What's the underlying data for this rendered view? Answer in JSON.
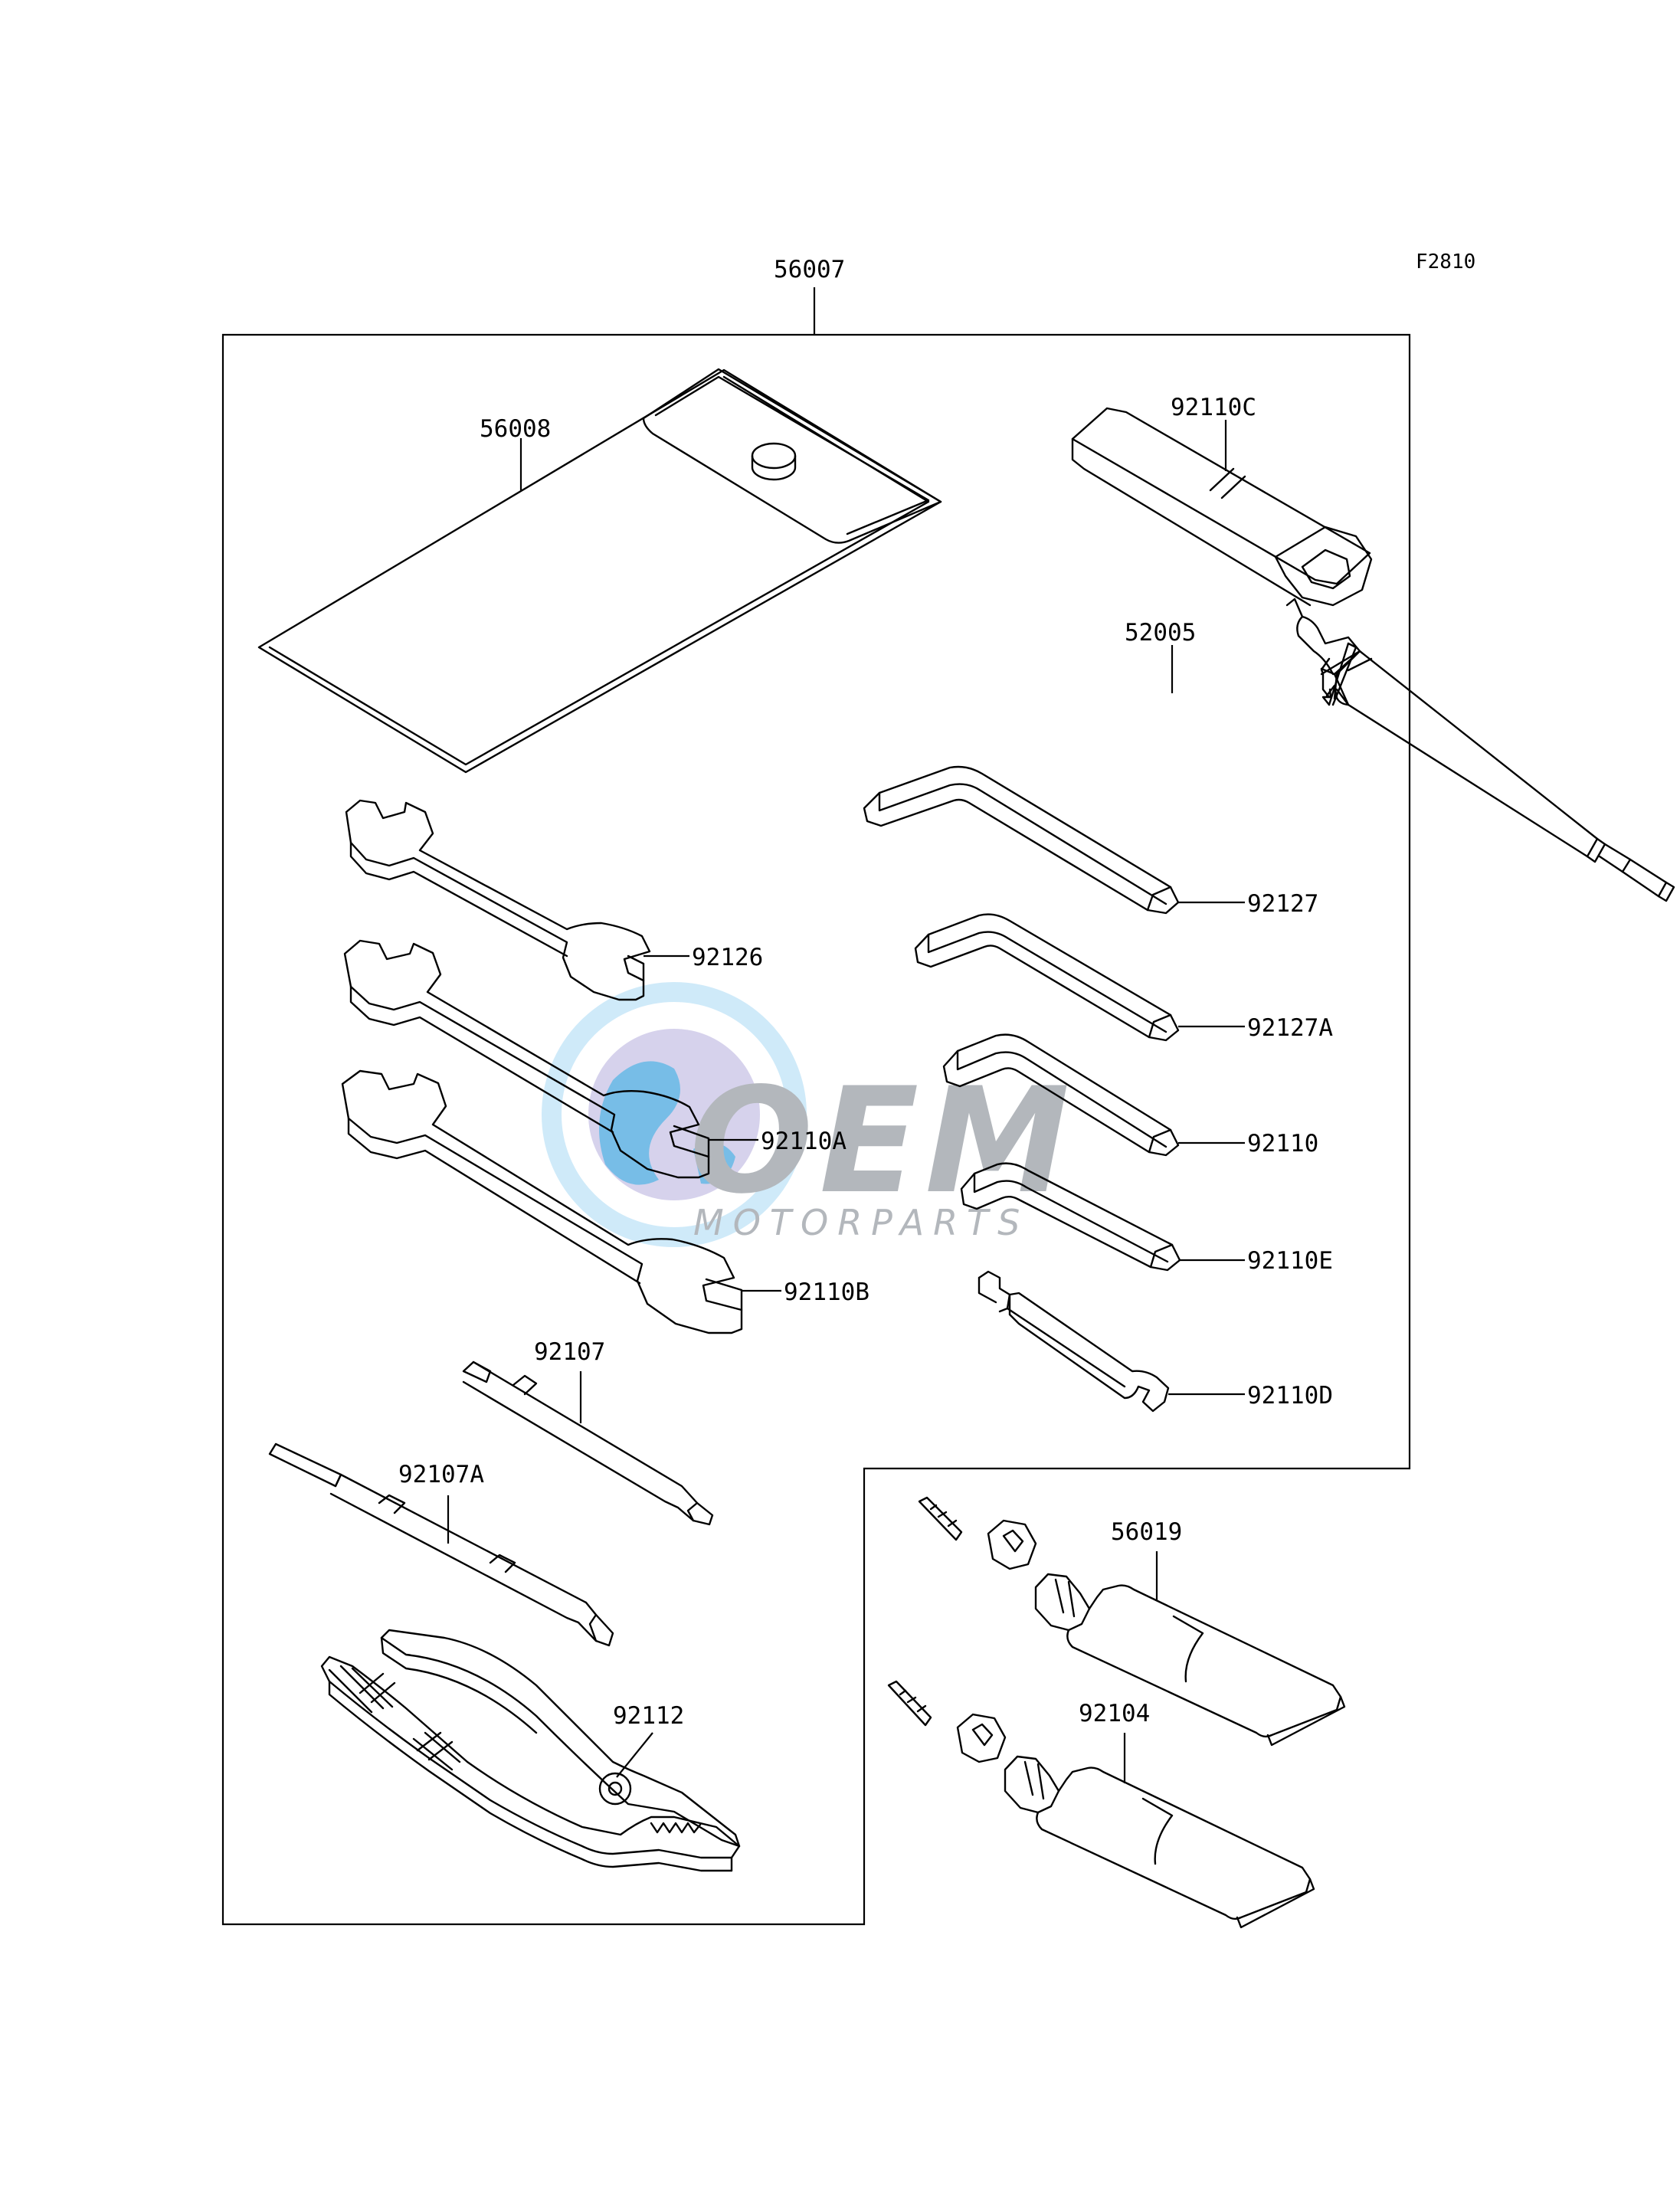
{
  "figure_code": "F2810",
  "kit_label": "56007",
  "watermark": {
    "brand": "OEM",
    "subtext": "MOTORPARTS",
    "colors": {
      "blue": "#4aa8e0",
      "light_blue": "#bfe3f7",
      "gray": "#9aa0a6",
      "lilac": "#c9c3e6"
    }
  },
  "parts": [
    {
      "id": "tool-bag",
      "label": "56008"
    },
    {
      "id": "plug-wrench",
      "label": "92110C"
    },
    {
      "id": "plug-wrench-handle",
      "label": "52005"
    },
    {
      "id": "hex-key-1",
      "label": "92127"
    },
    {
      "id": "hex-key-2",
      "label": "92127A"
    },
    {
      "id": "hex-key-3",
      "label": "92110"
    },
    {
      "id": "hex-key-4",
      "label": "92110E"
    },
    {
      "id": "small-wrench",
      "label": "92110D"
    },
    {
      "id": "open-wrench-1",
      "label": "92126"
    },
    {
      "id": "open-wrench-2",
      "label": "92110A"
    },
    {
      "id": "open-wrench-3",
      "label": "92110B"
    },
    {
      "id": "screwdriver-phillips",
      "label": "92107"
    },
    {
      "id": "screwdriver-combo",
      "label": "92107A"
    },
    {
      "id": "pliers",
      "label": "92112"
    },
    {
      "id": "grease-tube-1",
      "label": "56019"
    },
    {
      "id": "grease-tube-2",
      "label": "92104"
    }
  ]
}
